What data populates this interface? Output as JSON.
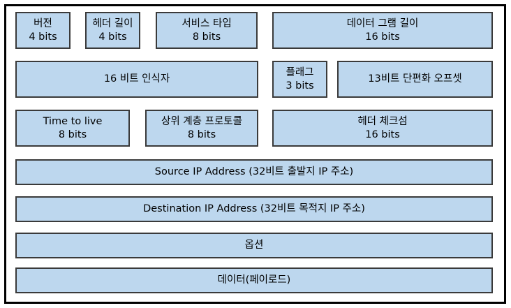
{
  "colors": {
    "field_fill": "#bdd7ee",
    "field_border": "#3a3a3a",
    "frame_border": "#000000"
  },
  "header": {
    "version": {
      "name": "버전",
      "size": "4 bits"
    },
    "header_length": {
      "name": "헤더 길이",
      "size": "4 bits"
    },
    "service_type": {
      "name": "서비스 타입",
      "size": "8 bits"
    },
    "datagram_length": {
      "name": "데이터 그램 길이",
      "size": "16 bits"
    },
    "identifier": {
      "name": "16 비트 인식자"
    },
    "flags": {
      "name": "플래그",
      "size": "3 bits"
    },
    "fragment_offset": {
      "name": "13비트 단편화 오프셋"
    },
    "ttl": {
      "name": "Time to live",
      "size": "8 bits"
    },
    "protocol": {
      "name": "상위 계층 프로토콜",
      "size": "8 bits"
    },
    "checksum": {
      "name": "헤더 체크섬",
      "size": "16 bits"
    },
    "source_ip": {
      "name": "Source IP Address (32비트 출발지 IP 주소)"
    },
    "destination_ip": {
      "name": "Destination IP Address (32비트 목적지 IP 주소)"
    },
    "options": {
      "name": "옵션"
    },
    "payload": {
      "name": "데이터(페이로드)"
    }
  }
}
